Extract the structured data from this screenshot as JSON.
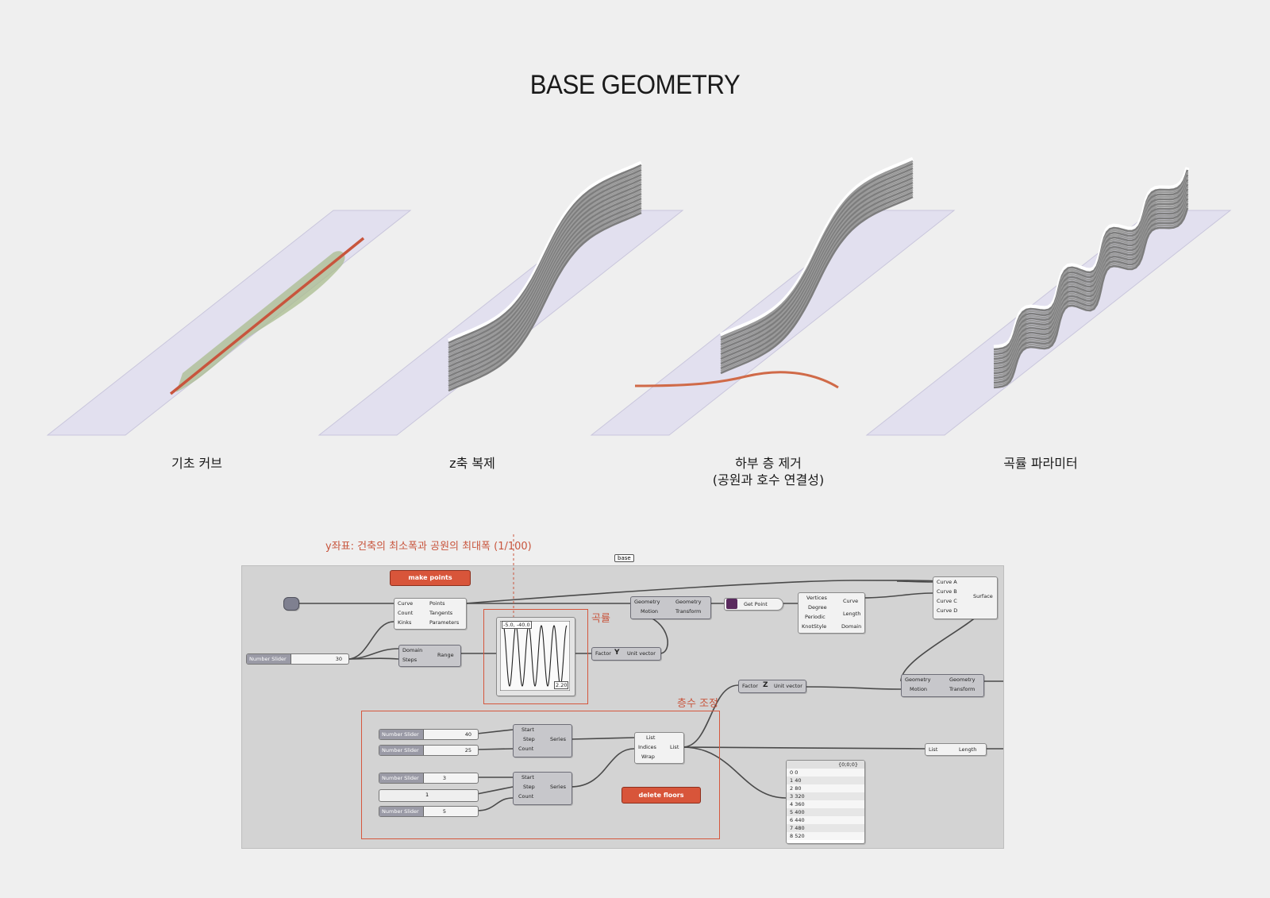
{
  "title": "BASE GEOMETRY",
  "steps": [
    {
      "caption_lines": [
        "기초 커브"
      ]
    },
    {
      "caption_lines": [
        "z축 복제"
      ]
    },
    {
      "caption_lines": [
        "하부 층 제거",
        "(공원과 호수 연결성)"
      ]
    },
    {
      "caption_lines": [
        "곡률 파라미터"
      ]
    }
  ],
  "colors": {
    "accent": "#c8553d",
    "plane": "#e2e0ef",
    "slab": "#8e8e8e",
    "canvas": "#d3d3d3"
  },
  "grasshopper": {
    "annotation_y": "y좌표: 건축의 최소폭과 공원의 최대폭 (1/100)",
    "annotation_base": "base",
    "group_curvature": "곡률",
    "group_floors": "층수 조정",
    "make_points": "make points",
    "delete_floors": "delete floors",
    "divide": {
      "inputs": [
        "Curve",
        "Count",
        "Kinks"
      ],
      "outputs": [
        "Points",
        "Tangents",
        "Parameters"
      ]
    },
    "range": {
      "inputs": [
        "Domain",
        "Steps"
      ],
      "output": "Range"
    },
    "graph_labels": [
      "-5.0, -40.0",
      "2.20"
    ],
    "unit_y": {
      "input": "Factor",
      "output": "Unit vector",
      "axis": "Y"
    },
    "unit_z": {
      "input": "Factor",
      "output": "Unit vector",
      "axis": "Z"
    },
    "move1": {
      "inputs": [
        "Geometry",
        "Motion"
      ],
      "outputs": [
        "Geometry",
        "Transform"
      ]
    },
    "move2": {
      "inputs": [
        "Geometry",
        "Motion"
      ],
      "outputs": [
        "Geometry",
        "Transform"
      ]
    },
    "get_point": "Get Point",
    "interp": {
      "inputs": [
        "Vertices",
        "Degree",
        "Periodic",
        "KnotStyle"
      ],
      "outputs": [
        "Curve",
        "Length",
        "Domain"
      ]
    },
    "loft": {
      "inputs": [
        "Curve A",
        "Curve B",
        "Curve C",
        "Curve D"
      ],
      "output": "Surface"
    },
    "series1": {
      "inputs": [
        "Start",
        "Step",
        "Count"
      ],
      "output": "Series"
    },
    "series2": {
      "inputs": [
        "Start",
        "Step",
        "Count"
      ],
      "output": "Series"
    },
    "cull": {
      "inputs": [
        "List",
        "Indices",
        "Wrap"
      ],
      "output": "List"
    },
    "list_length": {
      "input": "List",
      "output": "Length"
    },
    "sliders": [
      {
        "label": "Number Slider",
        "value": "30"
      },
      {
        "label": "Number Slider",
        "value": "40"
      },
      {
        "label": "Number Slider",
        "value": "25"
      },
      {
        "label": "Number Slider",
        "value": "3"
      },
      {
        "label": "Number Slider",
        "value": "5"
      }
    ],
    "constant": "1",
    "panel": {
      "header": "{0;0;0}",
      "rows": [
        "0  0",
        "1  40",
        "2  80",
        "3  320",
        "4  360",
        "5  400",
        "6  440",
        "7  480",
        "8  520"
      ]
    }
  }
}
